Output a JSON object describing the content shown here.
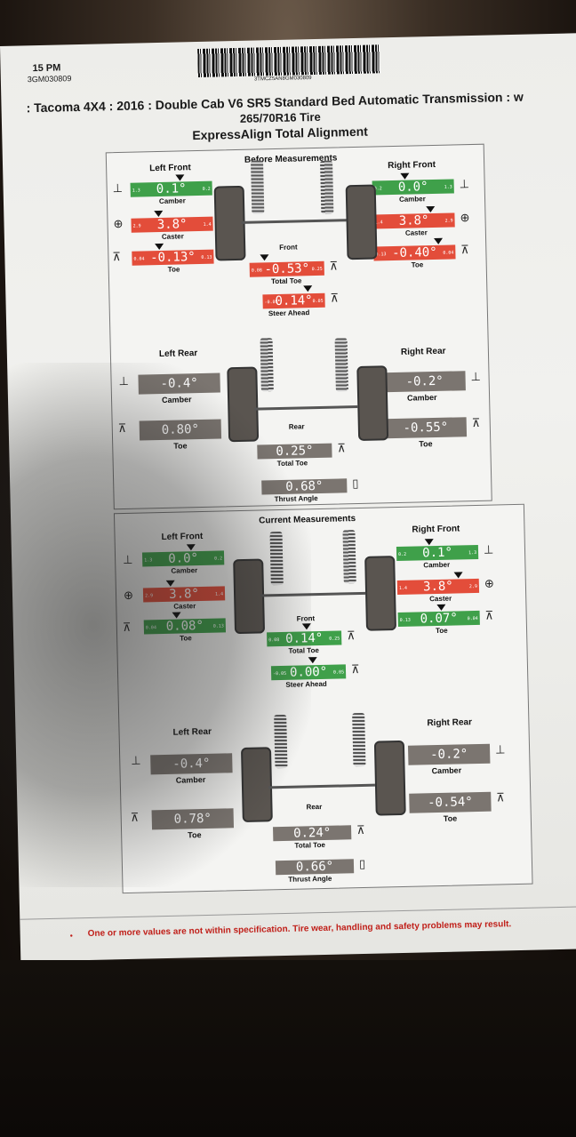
{
  "header": {
    "time": "15 PM",
    "code": "3GM030809",
    "vehicle": ": Tacoma 4X4 : 2016 : Double Cab V6 SR5 Standard Bed Automatic Transmission : w",
    "tire": "265/70R16 Tire",
    "service": "ExpressAlign Total Alignment",
    "vin": "3TMCZ5AN8GM030809"
  },
  "before": {
    "title": "Before Measurements",
    "left_front_label": "Left Front",
    "right_front_label": "Right Front",
    "left_rear_label": "Left Rear",
    "right_rear_label": "Right Rear",
    "front_label": "Front",
    "rear_label": "Rear",
    "lf_camber": "0.1°",
    "lf_caster": "3.8°",
    "lf_toe": "-0.13°",
    "rf_camber": "0.0°",
    "rf_caster": "3.8°",
    "rf_toe": "-0.40°",
    "front_total_toe": "-0.53°",
    "steer_ahead": "0.14°",
    "lr_camber": "-0.4°",
    "lr_toe": "0.80°",
    "rr_camber": "-0.2°",
    "rr_toe": "-0.55°",
    "rear_total_toe": "0.25°",
    "thrust_angle": "0.68°"
  },
  "current": {
    "title": "Current Measurements",
    "left_front_label": "Left Front",
    "right_front_label": "Right Front",
    "left_rear_label": "Left Rear",
    "right_rear_label": "Right Rear",
    "front_label": "Front",
    "rear_label": "Rear",
    "lf_camber": "0.0°",
    "lf_caster": "3.8°",
    "lf_toe": "0.08°",
    "rf_camber": "0.1°",
    "rf_caster": "3.8°",
    "rf_toe": "0.07°",
    "front_total_toe": "0.14°",
    "steer_ahead": "0.00°",
    "lr_camber": "-0.4°",
    "lr_toe": "0.78°",
    "rr_camber": "-0.2°",
    "rr_toe": "-0.54°",
    "rear_total_toe": "0.24°",
    "thrust_angle": "0.66°"
  },
  "labels": {
    "camber": "Camber",
    "caster": "Caster",
    "toe": "Toe",
    "total_toe": "Total Toe",
    "steer_ahead": "Steer Ahead",
    "thrust_angle": "Thrust Angle"
  },
  "limits": {
    "camber_min": "1.3",
    "camber_max": "0.2",
    "caster_min": "2.9",
    "caster_max": "1.4",
    "toe_min": "0.04",
    "toe_max": "0.13",
    "total_toe_min": "0.08",
    "total_toe_max": "0.25",
    "steer_min": "-0.05",
    "steer_max": "0.05"
  },
  "footer": "One or more values are not within specification.  Tire wear, handling and safety problems may result.",
  "colors": {
    "green": "#3fa04a",
    "red": "#e34d3a",
    "gray": "#7b7570",
    "warning": "#c0201a"
  }
}
